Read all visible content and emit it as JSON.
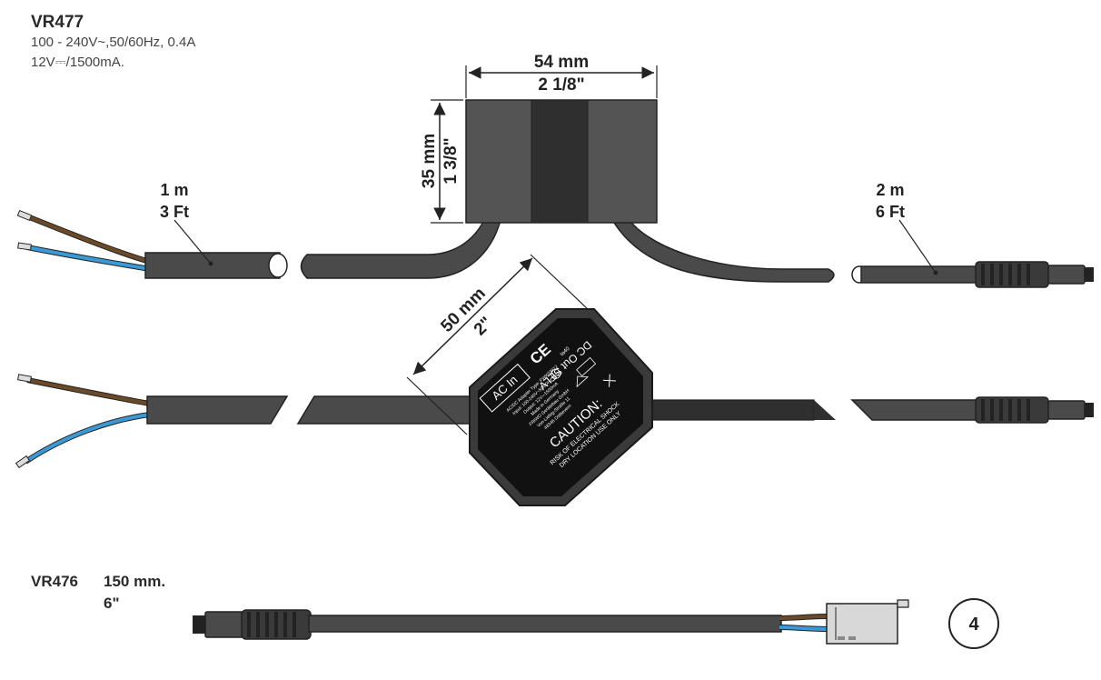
{
  "header": {
    "model": "VR477",
    "spec_input": "100 - 240V~,50/60Hz, 0.4A",
    "spec_output": "12V⎓/1500mA."
  },
  "top_view": {
    "width_mm": "54 mm",
    "width_in": "2 1/8\"",
    "height_mm": "35 mm",
    "height_in": "1 3/8\"",
    "left_cable_m": "1 m",
    "left_cable_ft": "3 Ft",
    "right_cable_m": "2 m",
    "right_cable_ft": "6 Ft"
  },
  "side_view": {
    "diag_mm": "50 mm",
    "diag_in": "2\"",
    "label": {
      "ac_in": "AC In",
      "dc_out": "DC Out SELV",
      "caution": "CAUTION:",
      "risk": "RISK OF ELECTRICAL SHOCK",
      "dry": "DRY LOCATION USE ONLY",
      "l1": "AC/DC Adapter   Type: FWK03912",
      "l2": "Input: 100-240V~50/60Hz 0.4A",
      "l3": "Output: 12V⎓1500mA",
      "l4": "Made in Germany",
      "l5": "FRIWO Gerätebau GmbH",
      "l6": "Von-Liebig-Straße 11",
      "l7": "48346 Ostbevern",
      "code": "ta40"
    }
  },
  "extension": {
    "model": "VR476",
    "length_mm": "150 mm.",
    "length_in": "6\""
  },
  "figure_number": "4",
  "colors": {
    "cable": "#4a4a4a",
    "housing_dark": "#2f2f2f",
    "housing_mid": "#545454",
    "wire_brown": "#6b4a2a",
    "wire_blue": "#3a9ad6",
    "connector_white": "#d8d8d8"
  }
}
